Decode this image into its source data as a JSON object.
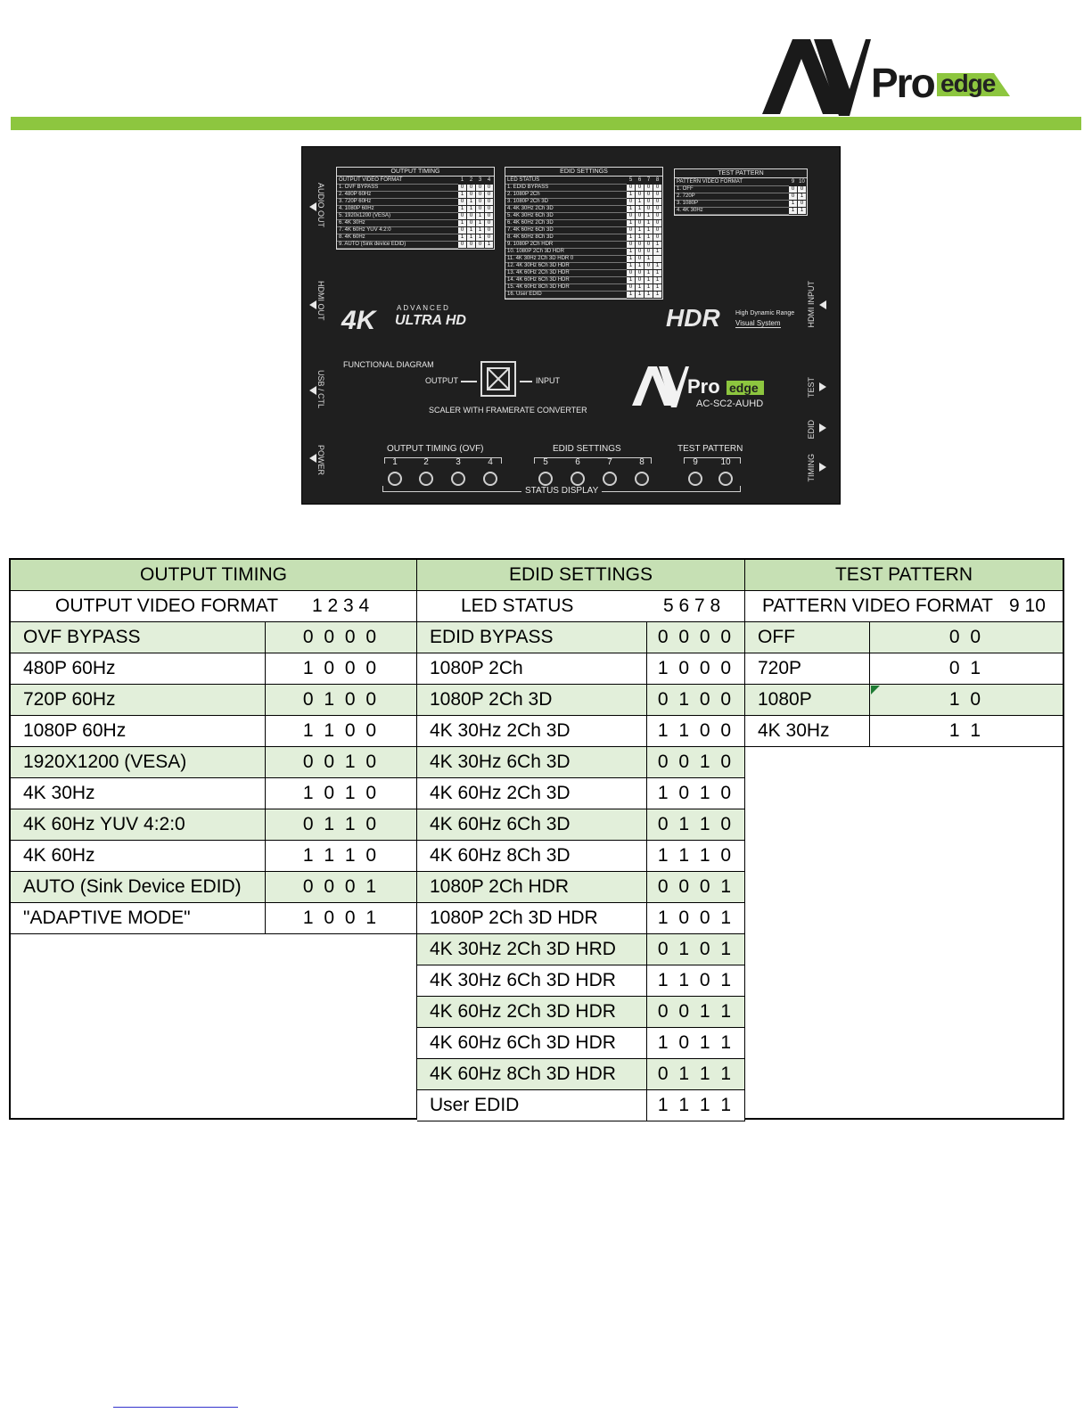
{
  "logo": {
    "brand_av": "AV",
    "brand_pro": "Pro",
    "brand_edge": "edge"
  },
  "colors": {
    "accent_green": "#8dc63f",
    "header_green": "#c6e0b4",
    "row_green": "#e2efda",
    "device_body": "#1f1f1f"
  },
  "device": {
    "left_ports": [
      "AUDIO OUT",
      "HDMI OUT",
      "USB / CTL",
      "POWER"
    ],
    "right_ports": [
      "HDMI INPUT",
      "TEST",
      "EDID",
      "TIMING"
    ],
    "badge_4k": "4K",
    "badge_advanced": "ADVANCED",
    "badge_ultra": "ULTRA HD",
    "hdr_text": "HDR",
    "hdr_sub1": "High Dynamic Range",
    "hdr_sub2": "Visual System",
    "func_title": "FUNCTIONAL DIAGRAM",
    "func_output": "OUTPUT",
    "func_input": "INPUT",
    "func_caption": "SCALER WITH FRAMERATE CONVERTER",
    "model": "AC-SC2-AUHD",
    "panel_ot": {
      "title": "OUTPUT TIMING",
      "head": "OUTPUT VIDEO FORMAT",
      "cols": [
        "1",
        "2",
        "3",
        "4"
      ],
      "rows": [
        [
          "1.   OVF BYPASS",
          "0",
          "0",
          "0",
          "0"
        ],
        [
          "2.   480P 60Hz",
          "1",
          "0",
          "0",
          "0"
        ],
        [
          "3.   720P 60Hz",
          "0",
          "1",
          "0",
          "0"
        ],
        [
          "4.   1080P 60Hz",
          "1",
          "1",
          "0",
          "0"
        ],
        [
          "5.   1920x1200 (VESA)",
          "0",
          "0",
          "1",
          "0"
        ],
        [
          "6.   4K 30Hz",
          "1",
          "0",
          "1",
          "0"
        ],
        [
          "7.   4K 60Hz  YUV 4:2:0",
          "0",
          "1",
          "1",
          "0"
        ],
        [
          "8.   4K 60Hz",
          "1",
          "1",
          "1",
          "0"
        ],
        [
          "9.   AUTO (Sink device EDID)",
          "0",
          "0",
          "0",
          "1"
        ]
      ]
    },
    "panel_edid": {
      "title": "EDID SETTINGS",
      "head": "LED STATUS",
      "cols": [
        "5",
        "6",
        "7",
        "8"
      ],
      "rows": [
        [
          "1.   EDID BYPASS",
          "0",
          "0",
          "0",
          "0"
        ],
        [
          "2.   1080P  2Ch",
          "1",
          "0",
          "0",
          "0"
        ],
        [
          "3.   1080P  2Ch  3D",
          "0",
          "1",
          "0",
          "0"
        ],
        [
          "4.   4K 30Hz 2Ch 3D",
          "1",
          "1",
          "0",
          "0"
        ],
        [
          "5.   4K 30Hz 6Ch 3D",
          "0",
          "0",
          "1",
          "0"
        ],
        [
          "6.   4K 60Hz 2Ch 3D",
          "1",
          "0",
          "1",
          "0"
        ],
        [
          "7.   4K 60Hz 6Ch 3D",
          "0",
          "1",
          "1",
          "0"
        ],
        [
          "8.   4K 60Hz 8Ch 3D",
          "1",
          "1",
          "1",
          "0"
        ],
        [
          "9.   1080P 2Ch HDR",
          "0",
          "0",
          "0",
          "1"
        ],
        [
          "10.  1080P 2Ch 3D HDR",
          "1",
          "0",
          "0",
          "1"
        ],
        [
          "11.  4K 30Hz 2Ch 3D HDR  0",
          "1",
          "0",
          "1",
          ""
        ],
        [
          "12.  4K 30Hz 6Ch 3D HDR",
          "1",
          "1",
          "0",
          "1"
        ],
        [
          "13.  4K 60Hz 2Ch 3D HDR",
          "0",
          "0",
          "1",
          "1"
        ],
        [
          "14.  4K 60Hz 6Ch 3D HDR",
          "1",
          "0",
          "1",
          "1"
        ],
        [
          "15.  4K 60Hz 8Ch 3D HDR",
          "0",
          "1",
          "1",
          "1"
        ],
        [
          "16.  User EDID",
          "1",
          "1",
          "1",
          "1"
        ]
      ]
    },
    "panel_tp": {
      "title": "TEST PATTERN",
      "head": "PATTERN VIDEO FORMAT",
      "cols": [
        "9",
        "10"
      ],
      "rows": [
        [
          "1.   OFF",
          "0",
          "0"
        ],
        [
          "2.   720P",
          "0",
          "1"
        ],
        [
          "3.   1080P",
          "1",
          "0"
        ],
        [
          "4.   4K 30Hz",
          "1",
          "1"
        ]
      ]
    },
    "led_groups": [
      {
        "label": "OUTPUT  TIMING  (OVF)",
        "nums": [
          "1",
          "2",
          "3",
          "4"
        ]
      },
      {
        "label": "EDID  SETTINGS",
        "nums": [
          "5",
          "6",
          "7",
          "8"
        ]
      },
      {
        "label": "TEST  PATTERN",
        "nums": [
          "9",
          "10"
        ]
      }
    ],
    "status_display": "STATUS DISPLAY"
  },
  "table": {
    "ot": {
      "header": "OUTPUT TIMING",
      "sub_label": "OUTPUT VIDEO FORMAT",
      "sub_cols": "1 2 3 4",
      "rows": [
        {
          "name": "OVF BYPASS",
          "code": "0 0 0 0"
        },
        {
          "name": "480P 60Hz",
          "code": "1 0 0 0"
        },
        {
          "name": "720P 60Hz",
          "code": "0 1 0 0"
        },
        {
          "name": "1080P 60Hz",
          "code": "1 1 0 0"
        },
        {
          "name": "1920X1200 (VESA)",
          "code": "0 0 1 0"
        },
        {
          "name": "4K 30Hz",
          "code": "1 0 1 0"
        },
        {
          "name": "4K 60Hz YUV 4:2:0",
          "code": "0 1 1 0"
        },
        {
          "name": "4K 60Hz",
          "code": "1 1 1 0"
        },
        {
          "name": "AUTO (Sink Device EDID)",
          "code": "0 0 0 1"
        },
        {
          "name": "\"ADAPTIVE MODE\"",
          "code": "1 0 0 1"
        }
      ]
    },
    "edid": {
      "header": "EDID SETTINGS",
      "sub_label": "LED STATUS",
      "sub_cols": "5 6 7 8",
      "rows": [
        {
          "name": "EDID BYPASS",
          "code": "0 0 0 0"
        },
        {
          "name": "1080P 2Ch",
          "code": "1 0 0 0"
        },
        {
          "name": "1080P 2Ch 3D",
          "code": "0 1 0 0"
        },
        {
          "name": "4K 30Hz 2Ch 3D",
          "code": "1 1 0 0"
        },
        {
          "name": "4K 30Hz 6Ch 3D",
          "code": "0 0 1 0"
        },
        {
          "name": "4K 60Hz 2Ch 3D",
          "code": "1 0 1 0"
        },
        {
          "name": "4K 60Hz 6Ch 3D",
          "code": "0 1 1 0"
        },
        {
          "name": "4K 60Hz 8Ch 3D",
          "code": "1 1 1 0"
        },
        {
          "name": "1080P 2Ch HDR",
          "code": "0 0 0 1"
        },
        {
          "name": "1080P 2Ch 3D HDR",
          "code": "1 0 0 1"
        },
        {
          "name": "4K 30Hz 2Ch 3D HRD",
          "code": "0 1 0 1"
        },
        {
          "name": "4K 30Hz 6Ch 3D HDR",
          "code": "1 1 0 1"
        },
        {
          "name": "4K 60Hz 2Ch 3D HDR",
          "code": "0 0 1 1"
        },
        {
          "name": "4K 60Hz 6Ch 3D HDR",
          "code": "1 0 1 1"
        },
        {
          "name": "4K 60Hz 8Ch 3D HDR",
          "code": "0 1 1 1"
        },
        {
          "name": "User EDID",
          "code": "1 1 1 1"
        }
      ]
    },
    "tp": {
      "header": "TEST PATTERN",
      "sub_label": "PATTERN VIDEO FORMAT",
      "sub_cols": "9 10",
      "rows": [
        {
          "name": "OFF",
          "code": "0 0"
        },
        {
          "name": "720P",
          "code": "0 1"
        },
        {
          "name": "1080P",
          "code": "1 0"
        },
        {
          "name": "4K 30Hz",
          "code": "1 1"
        }
      ]
    }
  }
}
